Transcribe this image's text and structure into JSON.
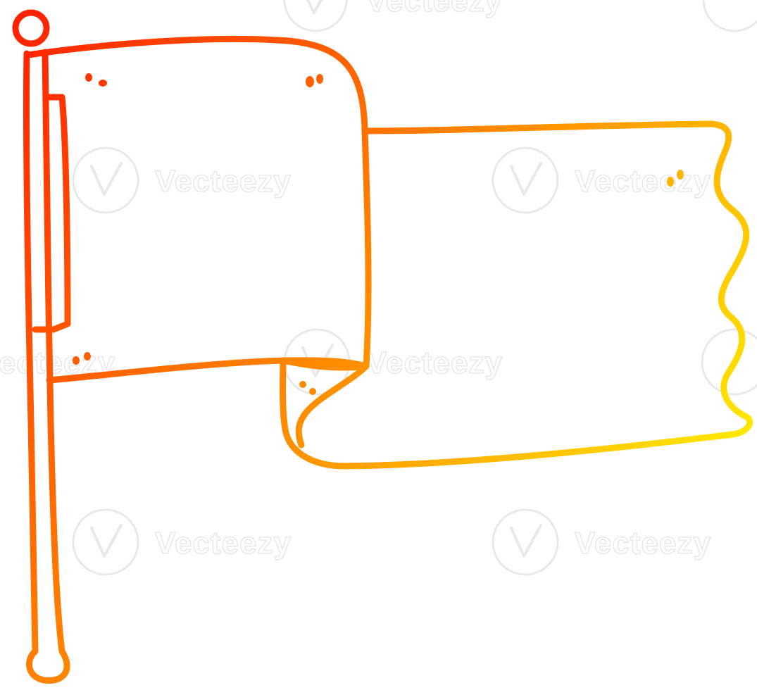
{
  "illustration": {
    "subject": "cartoon waving flag on a pole",
    "style": "hand-drawn line art",
    "gradient_colors": {
      "top_left": "#ff1a00",
      "middle": "#ff8a00",
      "bottom_right": "#ffff00"
    },
    "background_color": "#ffffff"
  },
  "watermark": {
    "text": "Vecteezy",
    "icon": "vecteezy-v-logo-icon",
    "color": "#e9e9e9"
  }
}
